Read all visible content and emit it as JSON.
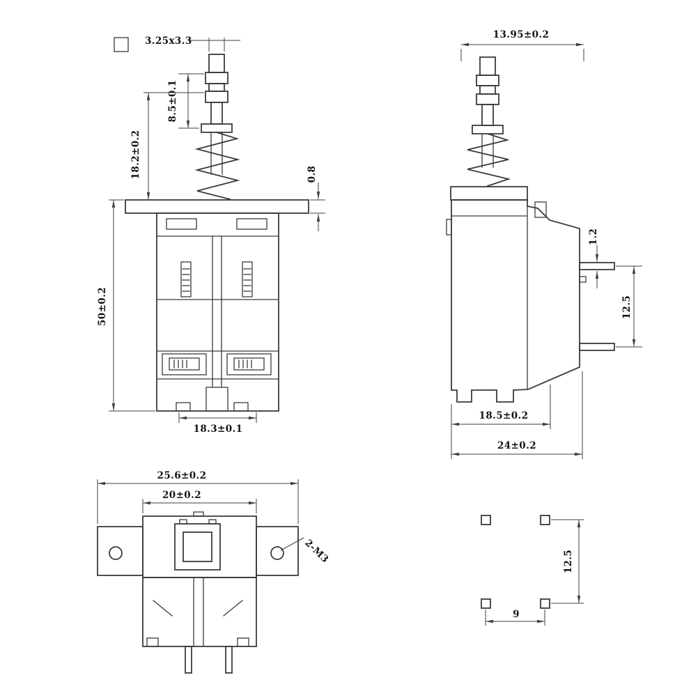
{
  "colors": {
    "line": "#3a3a3a",
    "dimension_line": "#3f3f3f",
    "text": "#141414",
    "background": "#ffffff"
  },
  "drawing": {
    "front_view": {
      "tip_section": "3.25x3.3",
      "stroke": "8.5±0.1",
      "plunger_height": "18.2±0.2",
      "body_height": "50±0.2",
      "flange_thickness": "0.8",
      "body_width": "18.3±0.1"
    },
    "side_view": {
      "top_width": "13.95±0.2",
      "pin_thickness": "1.2",
      "pin_pitch": "12.5",
      "body_depth": "18.5±0.2",
      "overall_depth": "24±0.2"
    },
    "top_view": {
      "bracket_width": "25.6±0.2",
      "body_width": "20±0.2",
      "mount_holes": "2-M3"
    },
    "hole_pattern": {
      "row_pitch": "12.5",
      "col_pitch": "9"
    }
  }
}
